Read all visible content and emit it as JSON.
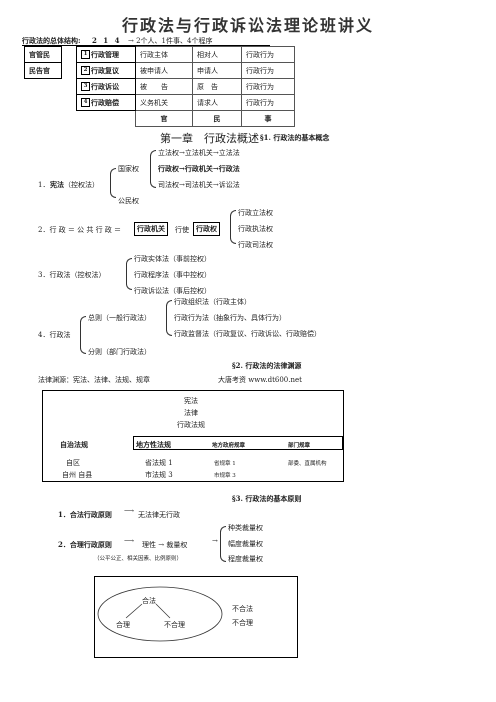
{
  "title": "行政法与行政诉讼法理论班讲义",
  "summary": {
    "label": "行政法的总体结构:",
    "nums": "2 1 4",
    "desc": "→ 2个人、1件事、4个程序"
  },
  "table": {
    "rows": [
      [
        "官管民",
        "1",
        "行政管理",
        "行政主体",
        "相对人",
        "行政行为"
      ],
      [
        "民告官",
        "2",
        "行政复议",
        "被申请人",
        "申请人",
        "行政行为"
      ],
      [
        "",
        "3",
        "行政诉讼",
        "被　　告",
        "原　告",
        "行政行为"
      ],
      [
        "",
        "4",
        "行政赔偿",
        "义务机关",
        "请求人",
        "行政行为"
      ],
      [
        "",
        "",
        "",
        "官",
        "民",
        "事"
      ]
    ]
  },
  "chapter": {
    "title": "第一章　行政法概述",
    "section1": "§1. 行政法的基本概念"
  },
  "concept1": {
    "num": "1．",
    "head": "宪法",
    "paren": "（控权法）",
    "guojia": "国家权",
    "gongmin": "公民权",
    "line1": "立法权→立法机关→立法法",
    "line2": "行政权→行政机关→行政法",
    "line3": "司法权→司法机关→诉讼法"
  },
  "concept2": {
    "text_a": "2．行 政 ＝ 公 共 行 政 ＝",
    "box1": "行政机关",
    "mid": "行使",
    "box2": "行政权",
    "r1": "行政立法权",
    "r2": "行政执法权",
    "r3": "行政司法权"
  },
  "concept3": {
    "head": "3．行政法（控权法）",
    "r1": "行政实体法（事前控权）",
    "r2": "行政程序法（事中控权）",
    "r3": "行政诉讼法（事后控权）"
  },
  "concept4": {
    "head": "4．行政法",
    "general": "总则（一般行政法）",
    "sub": "分则（部门行政法）",
    "r1": "行政组织法（行政主体）",
    "r2": "行政行为法（抽象行为、具体行为）",
    "r3": "行政监督法（行政复议、行政诉讼、行政赔偿）"
  },
  "section2": {
    "title": "§2. 行政法的法律渊源",
    "line": "法律渊源：宪法、法律、法规、规章",
    "site": "大唐考资 www.dt600.net"
  },
  "sources_box": {
    "l1": "宪法",
    "l2": "法律",
    "l3": "行政法规",
    "c1": "自治法规",
    "c2": "地方性法规",
    "c3": "地方政府规章",
    "c4": "部门规章",
    "d1a": "自区",
    "d1b": "自州 自县",
    "d2a": "省法规 1",
    "d2b": "市法规 3",
    "d3a": "省规章 1",
    "d3b": "市规章 3",
    "d4": "部委、直属机构"
  },
  "section3": {
    "title": "§3. 行政法的基本原则",
    "p1_head": "1．合法行政原则",
    "p1_tail": "无法律无行政",
    "p2_head": "2．合理行政原则",
    "p2_mid": "理性 → 裁量权",
    "p2_paren": "（公平公正、相关因素、比例原则）",
    "r1": "种类裁量权",
    "r2": "幅度裁量权",
    "r3": "程度裁量权"
  },
  "diagram": {
    "top": "合法",
    "left": "合理",
    "right": "不合理",
    "out1": "不合法",
    "out2": "不合理"
  }
}
